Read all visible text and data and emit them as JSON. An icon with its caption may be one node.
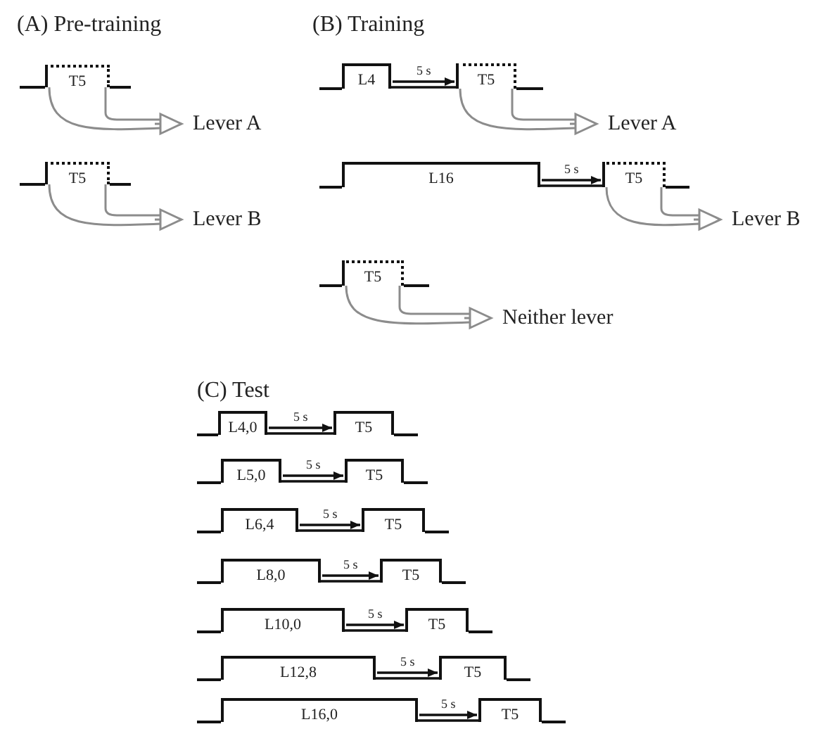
{
  "diagram": {
    "nodes": [
      {
        "text": [
          "T5"
        ]
      },
      {
        "text": [
          "Lever A"
        ]
      },
      {
        "text": [
          "T5"
        ]
      },
      {
        "text": [
          "Lever B"
        ]
      },
      {
        "text": [
          "L4"
        ]
      },
      {
        "text": [
          "T5"
        ]
      },
      {
        "text": [
          "Lever A"
        ]
      },
      {
        "text": [
          "L16"
        ]
      },
      {
        "text": [
          "T5"
        ]
      },
      {
        "text": [
          "Lever B"
        ]
      },
      {
        "text": [
          "T5"
        ]
      },
      {
        "text": [
          "Neither lever"
        ]
      },
      {
        "text": [
          "L4,0"
        ]
      },
      {
        "text": [
          "T5"
        ]
      },
      {
        "text": [
          "L5,0"
        ]
      },
      {
        "text": [
          "T5"
        ]
      },
      {
        "text": [
          "L6,4"
        ]
      },
      {
        "text": [
          "T5"
        ]
      },
      {
        "text": [
          "L8,0"
        ]
      },
      {
        "text": [
          "T5"
        ]
      },
      {
        "text": [
          "L10,0"
        ]
      },
      {
        "text": [
          "T5"
        ]
      },
      {
        "text": [
          "L12,8"
        ]
      },
      {
        "text": [
          "T5"
        ]
      },
      {
        "text": [
          "L16,0"
        ]
      },
      {
        "text": [
          "T5"
        ]
      }
    ],
    "edges": [
      {
        "from": 0,
        "to": 1,
        "arrow": "to",
        "color": "#8c8c8c"
      },
      {
        "from": 2,
        "to": 3,
        "arrow": "to",
        "color": "#8c8c8c"
      },
      {
        "from": 4,
        "to": 5,
        "arrow": "to",
        "label": "5 s"
      },
      {
        "from": 5,
        "to": 6,
        "arrow": "to",
        "color": "#8c8c8c"
      },
      {
        "from": 7,
        "to": 8,
        "arrow": "to",
        "label": "5 s"
      },
      {
        "from": 8,
        "to": 9,
        "arrow": "to",
        "color": "#8c8c8c"
      },
      {
        "from": 10,
        "to": 11,
        "arrow": "to",
        "color": "#8c8c8c"
      },
      {
        "from": 12,
        "to": 13,
        "arrow": "to",
        "label": "5 s"
      },
      {
        "from": 14,
        "to": 15,
        "arrow": "to",
        "label": "5 s"
      },
      {
        "from": 16,
        "to": 17,
        "arrow": "to",
        "label": "5 s"
      },
      {
        "from": 18,
        "to": 19,
        "arrow": "to",
        "label": "5 s"
      },
      {
        "from": 20,
        "to": 21,
        "arrow": "to",
        "label": "5 s"
      },
      {
        "from": 22,
        "to": 23,
        "arrow": "to",
        "label": "5 s"
      },
      {
        "from": 24,
        "to": 25,
        "arrow": "to",
        "label": "5 s"
      }
    ],
    "labels": [
      "(A) Pre-training",
      "(B) Training",
      "(C) Test"
    ]
  }
}
